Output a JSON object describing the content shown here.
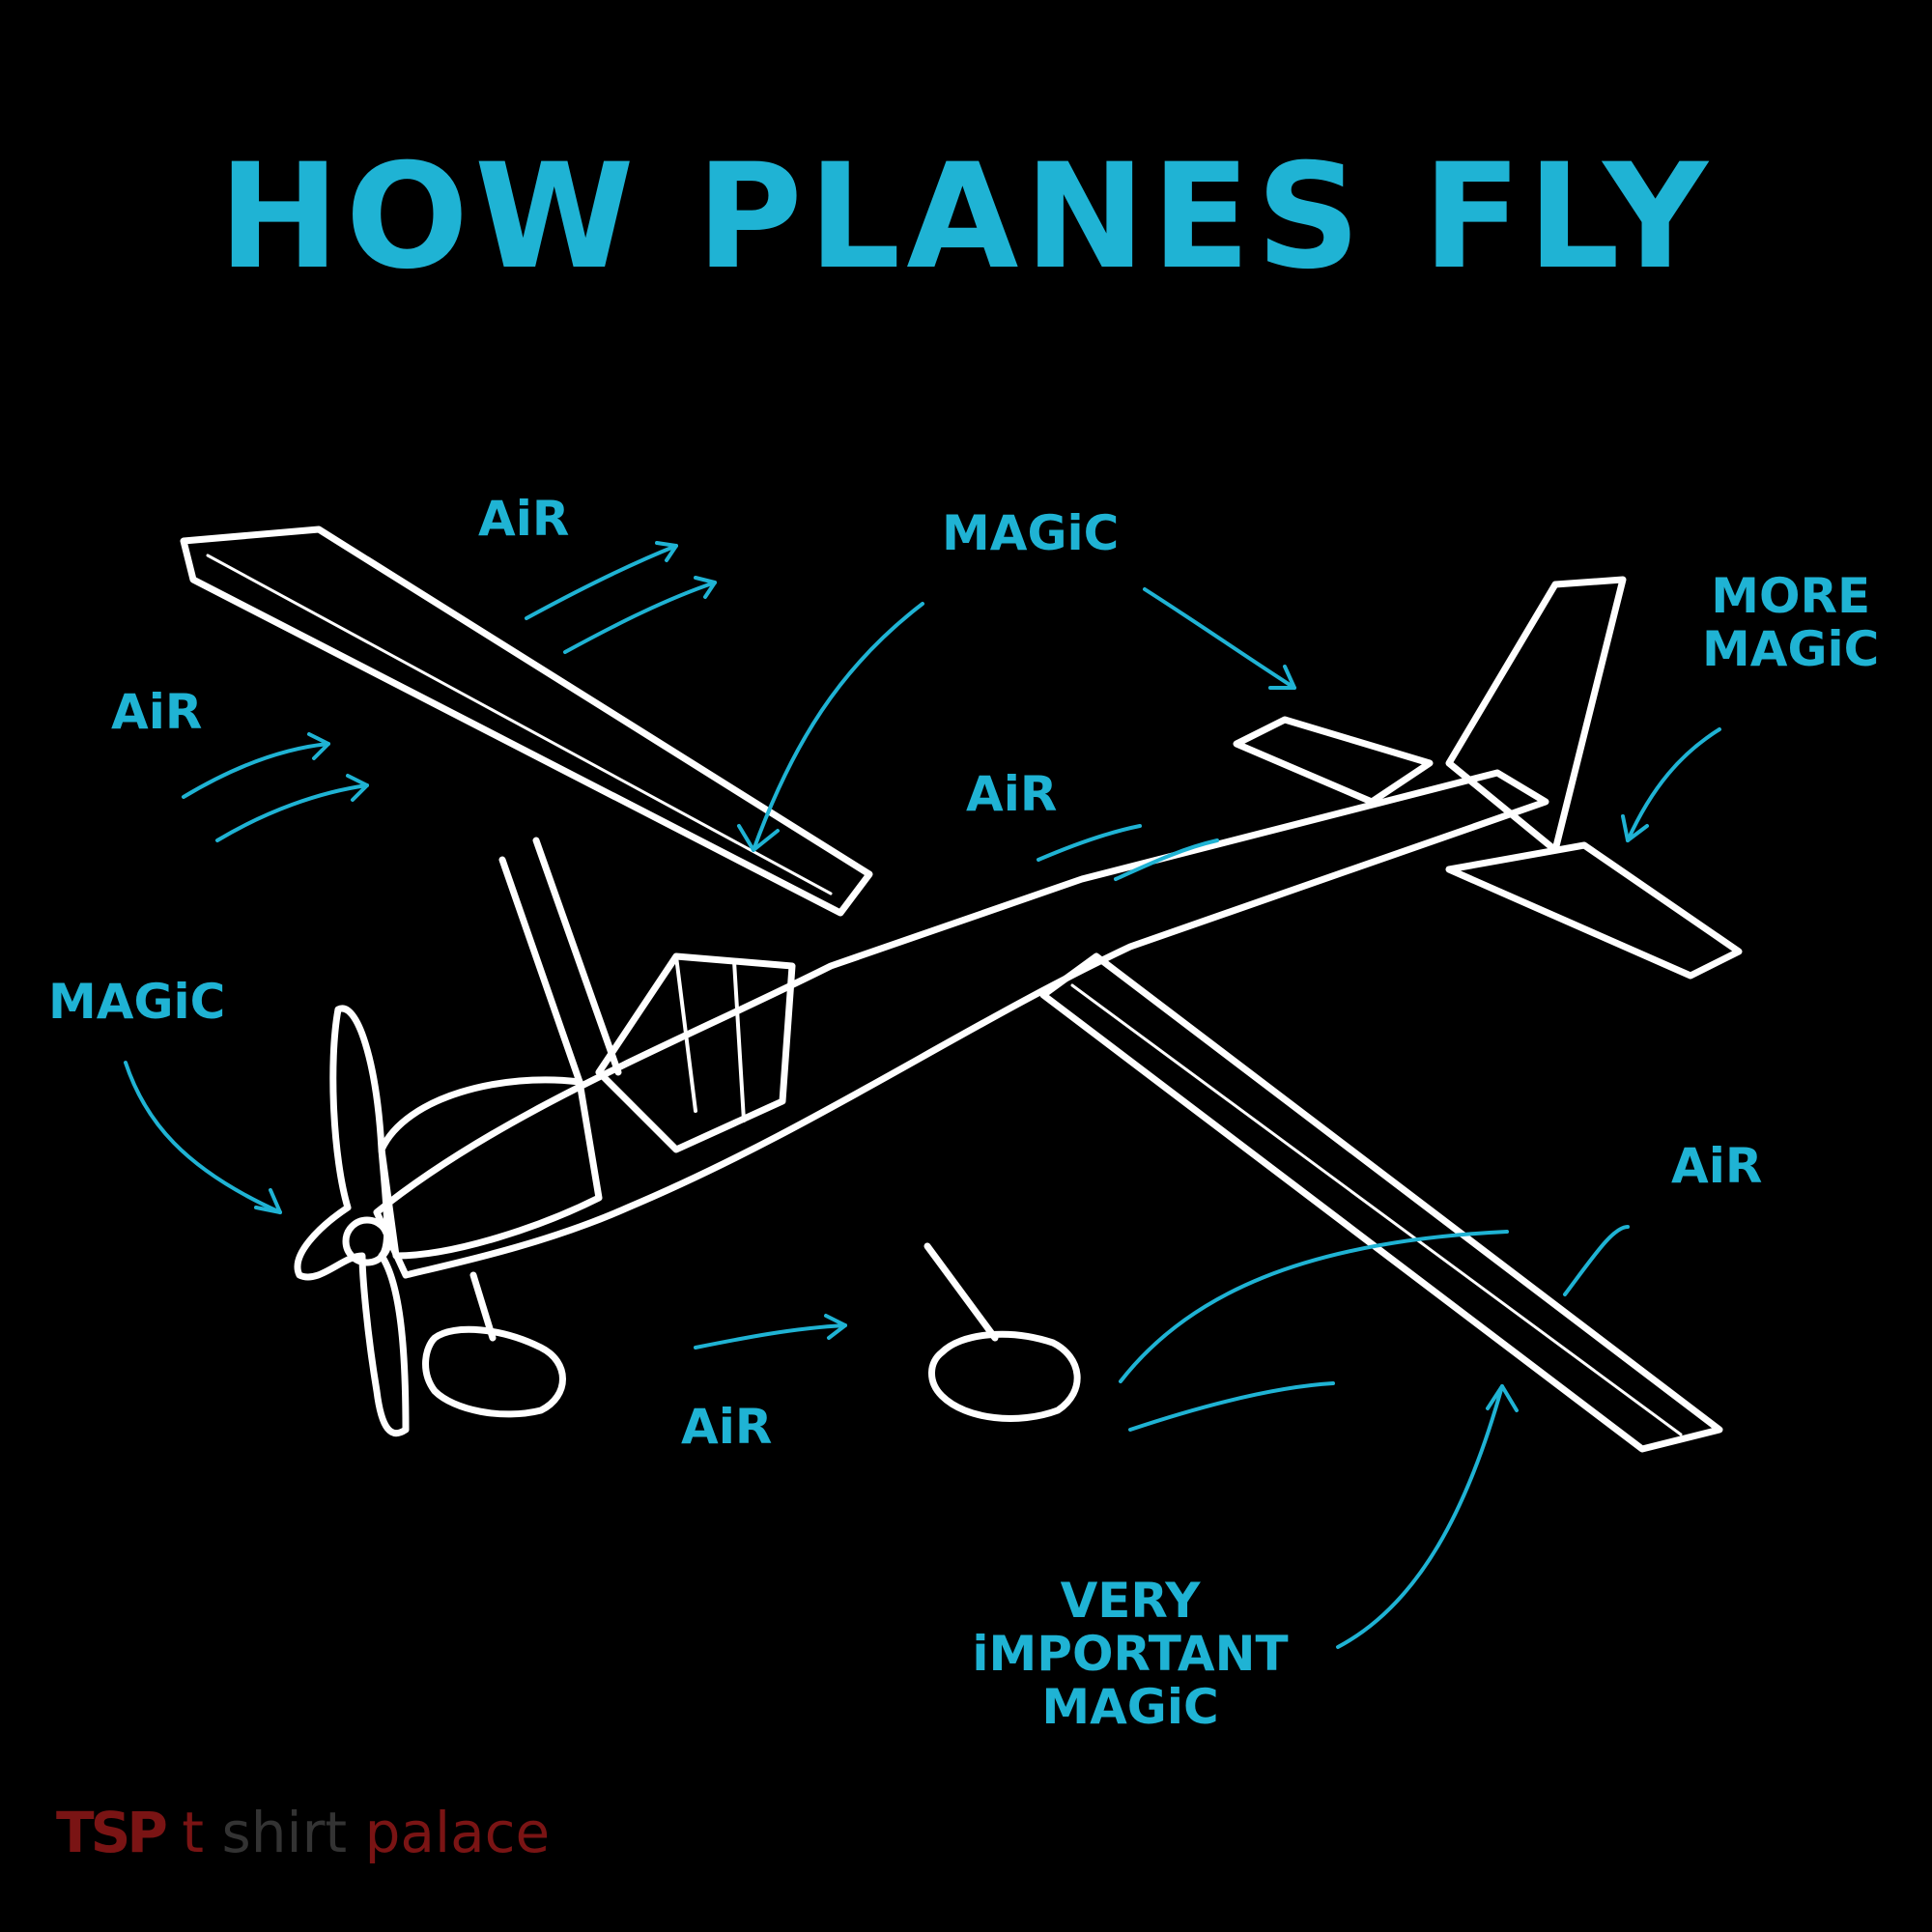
{
  "title": "HOW PLANES FLY",
  "labels": {
    "air_top": "AiR",
    "magic_top": "MAGiC",
    "more_magic": [
      "MORE",
      "MAGiC"
    ],
    "air_left": "AiR",
    "air_mid": "AiR",
    "magic_left": "MAGiC",
    "air_right": "AiR",
    "air_bottom": "AiR",
    "very_important_magic": [
      "VERY",
      "iMPORTANT",
      "MAGiC"
    ]
  },
  "watermark": {
    "logo": "TSP",
    "text_1": "t",
    "text_2": "shirt",
    "text_3": "palace"
  },
  "colors": {
    "background": "#000000",
    "accent": "#1fb3d4",
    "line": "#ffffff"
  }
}
